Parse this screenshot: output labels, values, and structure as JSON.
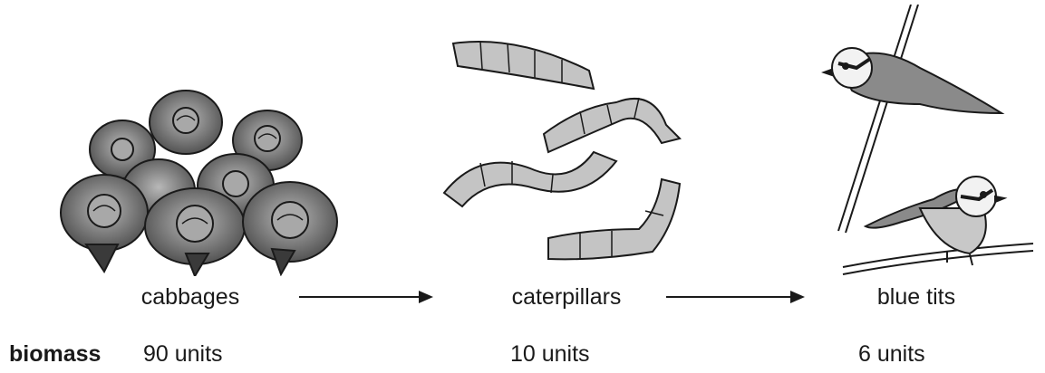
{
  "food_chain": {
    "organisms": [
      {
        "name": "cabbages",
        "icon": "cabbages-illustration"
      },
      {
        "name": "caterpillars",
        "icon": "caterpillars-illustration"
      },
      {
        "name": "blue tits",
        "icon": "blue-tits-illustration"
      }
    ],
    "biomass": {
      "label": "biomass",
      "values": [
        "90 units",
        "10 units",
        "6 units"
      ]
    },
    "colors": {
      "ink": "#1a1a1a",
      "cabbage_dark": "#5a5a5a",
      "cabbage_light": "#9a9a9a",
      "caterpillar": "#bdbdbd",
      "bird_head": "#f2f2f2",
      "bird_wing": "#8a8a8a"
    }
  }
}
